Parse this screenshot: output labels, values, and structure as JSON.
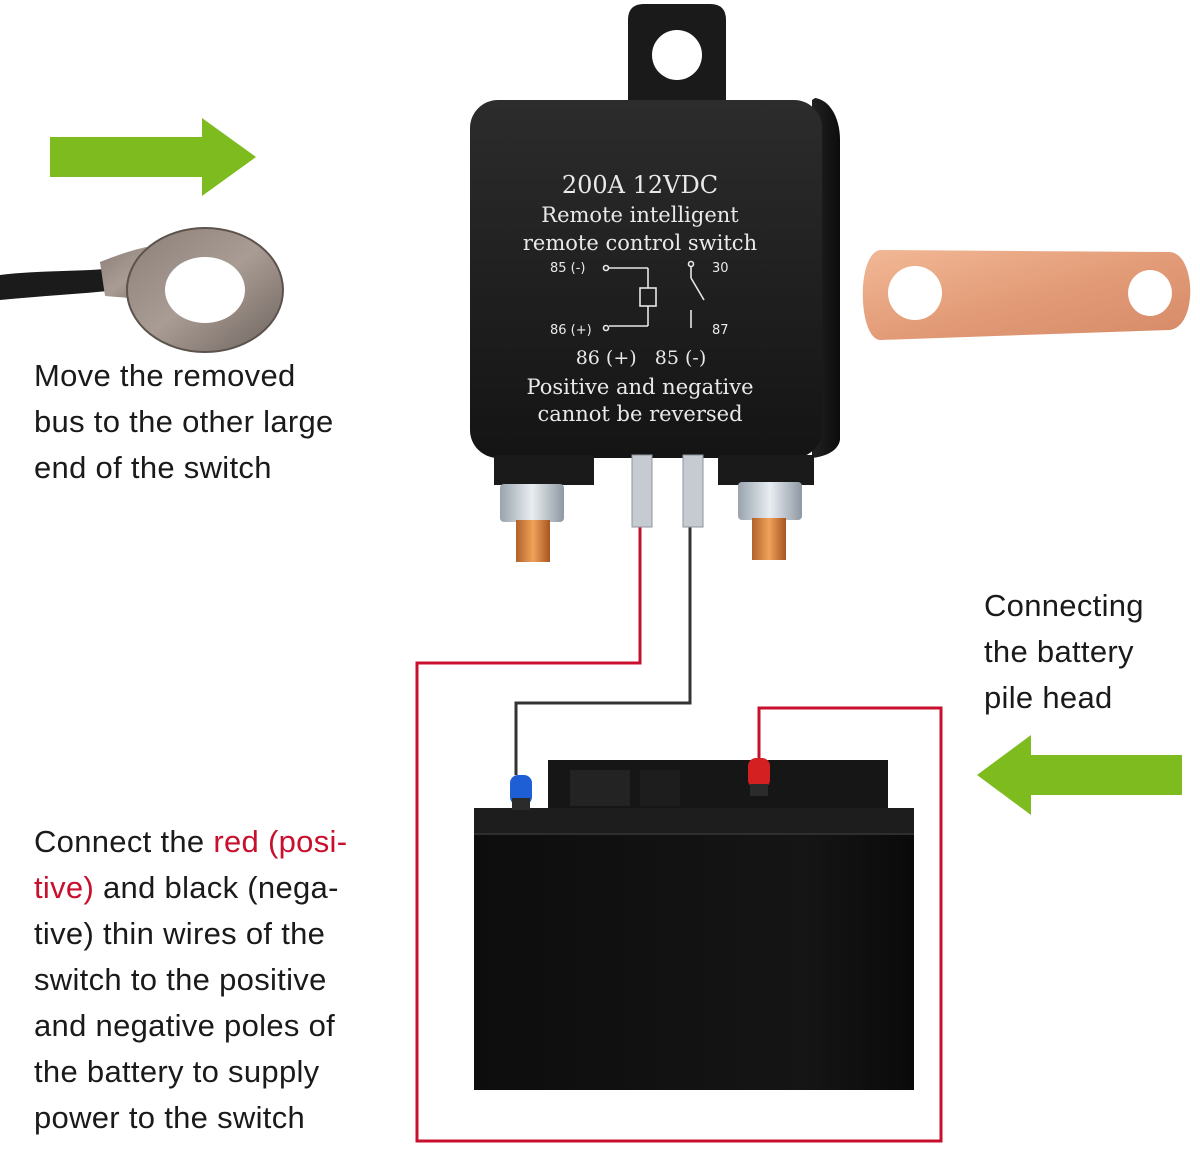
{
  "relay": {
    "rating": "200A 12VDC",
    "line1": "Remote intelligent",
    "line2": "remote control switch",
    "pin_85_top": "85 (-)",
    "pin_30": "30",
    "pin_86_bottom": "86 (+)",
    "pin_87": "87",
    "terminals": "86 (+)   85 (-)",
    "warning1": "Positive and negative",
    "warning2": "cannot be reversed"
  },
  "captions": {
    "bus": [
      "Move the removed",
      "bus to the other large",
      "end of the switch"
    ],
    "pile": [
      "Connecting",
      "the battery",
      "pile head"
    ],
    "connect": {
      "l1_pre": "Connect the ",
      "l1_red": "red (posi-",
      "l2_red": "tive)",
      "l2_post": " and black (nega-",
      "l3": "tive) thin wires of the",
      "l4": "switch to the positive",
      "l5": "and negative poles of",
      "l6": "the battery to supply",
      "l7": "power to the switch"
    }
  },
  "colors": {
    "arrow": "#7dbb1f",
    "wire_red": "#c8102e",
    "wire_black": "#333333",
    "relay_body": "#1c1c1c",
    "copper": "#e6a27f"
  },
  "icons": [
    "right-arrow-icon",
    "left-arrow-icon",
    "ring-terminal",
    "copper-bus-bar",
    "relay-switch",
    "battery"
  ]
}
